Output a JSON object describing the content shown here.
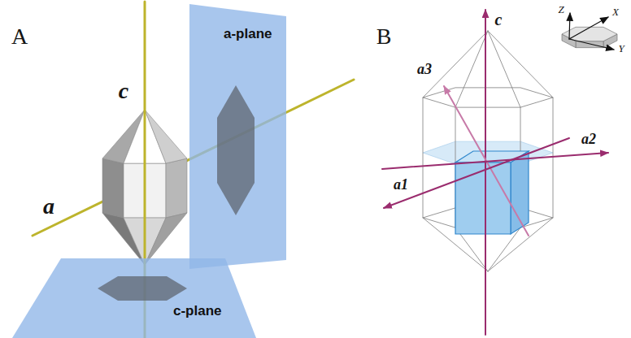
{
  "diagram": {
    "nodes": [
      {
        "text": [
          "a-plane"
        ]
      },
      {
        "text": [
          "c-plane"
        ]
      }
    ],
    "labels": [
      "A",
      "c",
      "a",
      "B",
      "c",
      "a1",
      "a2",
      "a3",
      "Z",
      "X",
      "Y"
    ]
  }
}
